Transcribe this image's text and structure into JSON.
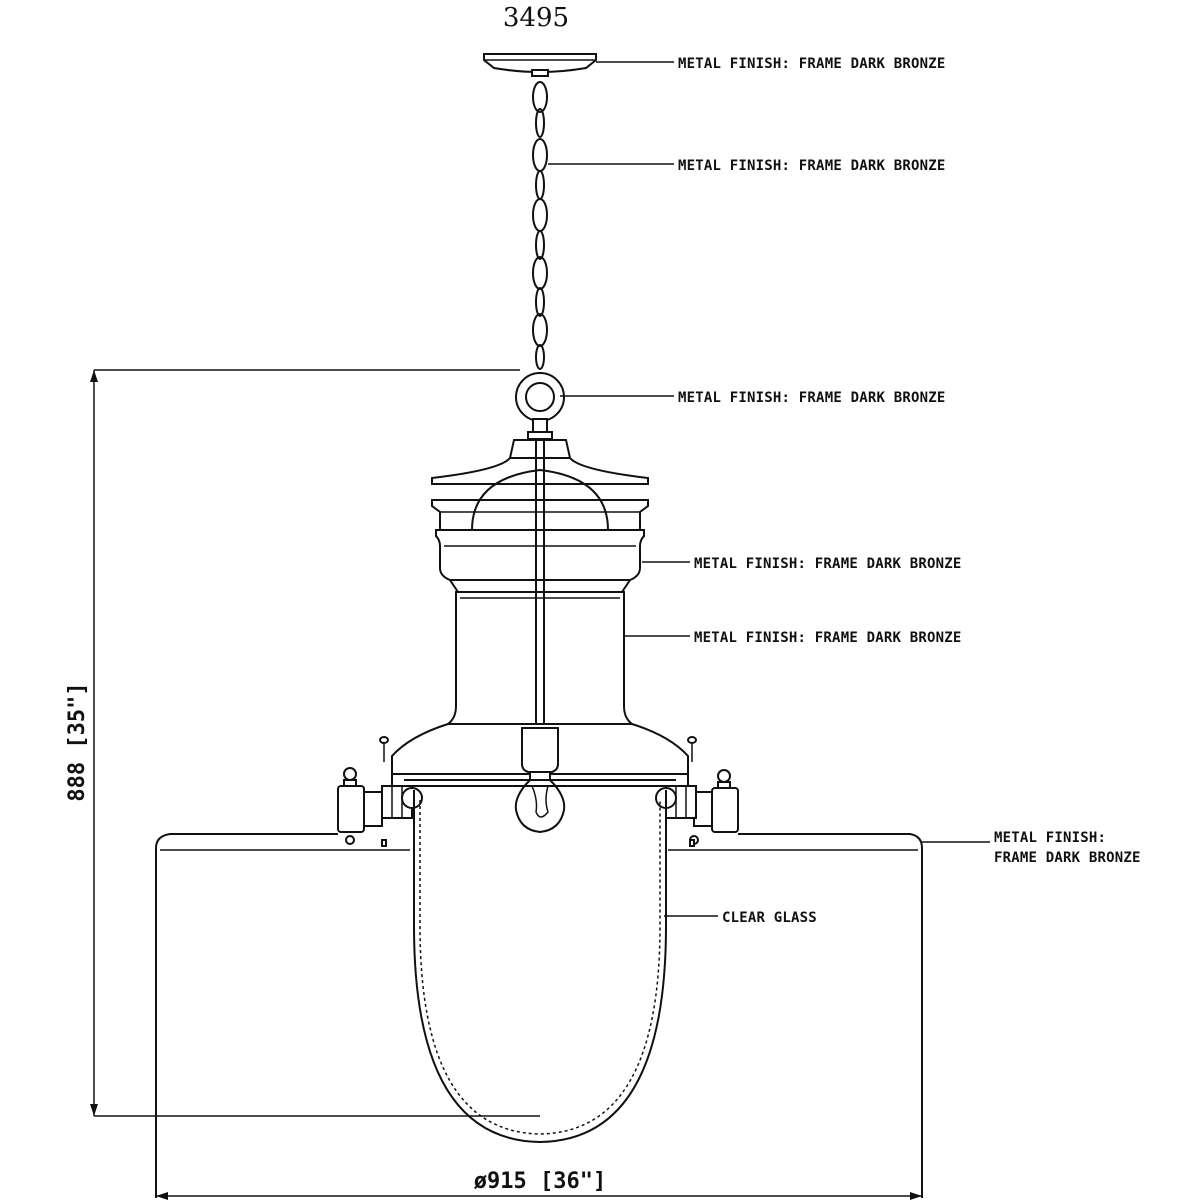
{
  "model_number": "3495",
  "callouts": {
    "canopy": "METAL FINISH: FRAME DARK BRONZE",
    "chain": "METAL FINISH: FRAME DARK BRONZE",
    "loop": "METAL FINISH: FRAME DARK BRONZE",
    "cap": "METAL FINISH: FRAME DARK BRONZE",
    "body": "METAL FINISH: FRAME DARK BRONZE",
    "shade_line1": "METAL FINISH:",
    "shade_line2": "FRAME DARK BRONZE",
    "glass": "CLEAR GLASS"
  },
  "dimensions": {
    "height": "888 [35\"]",
    "diameter": "ø915 [36\"]"
  }
}
